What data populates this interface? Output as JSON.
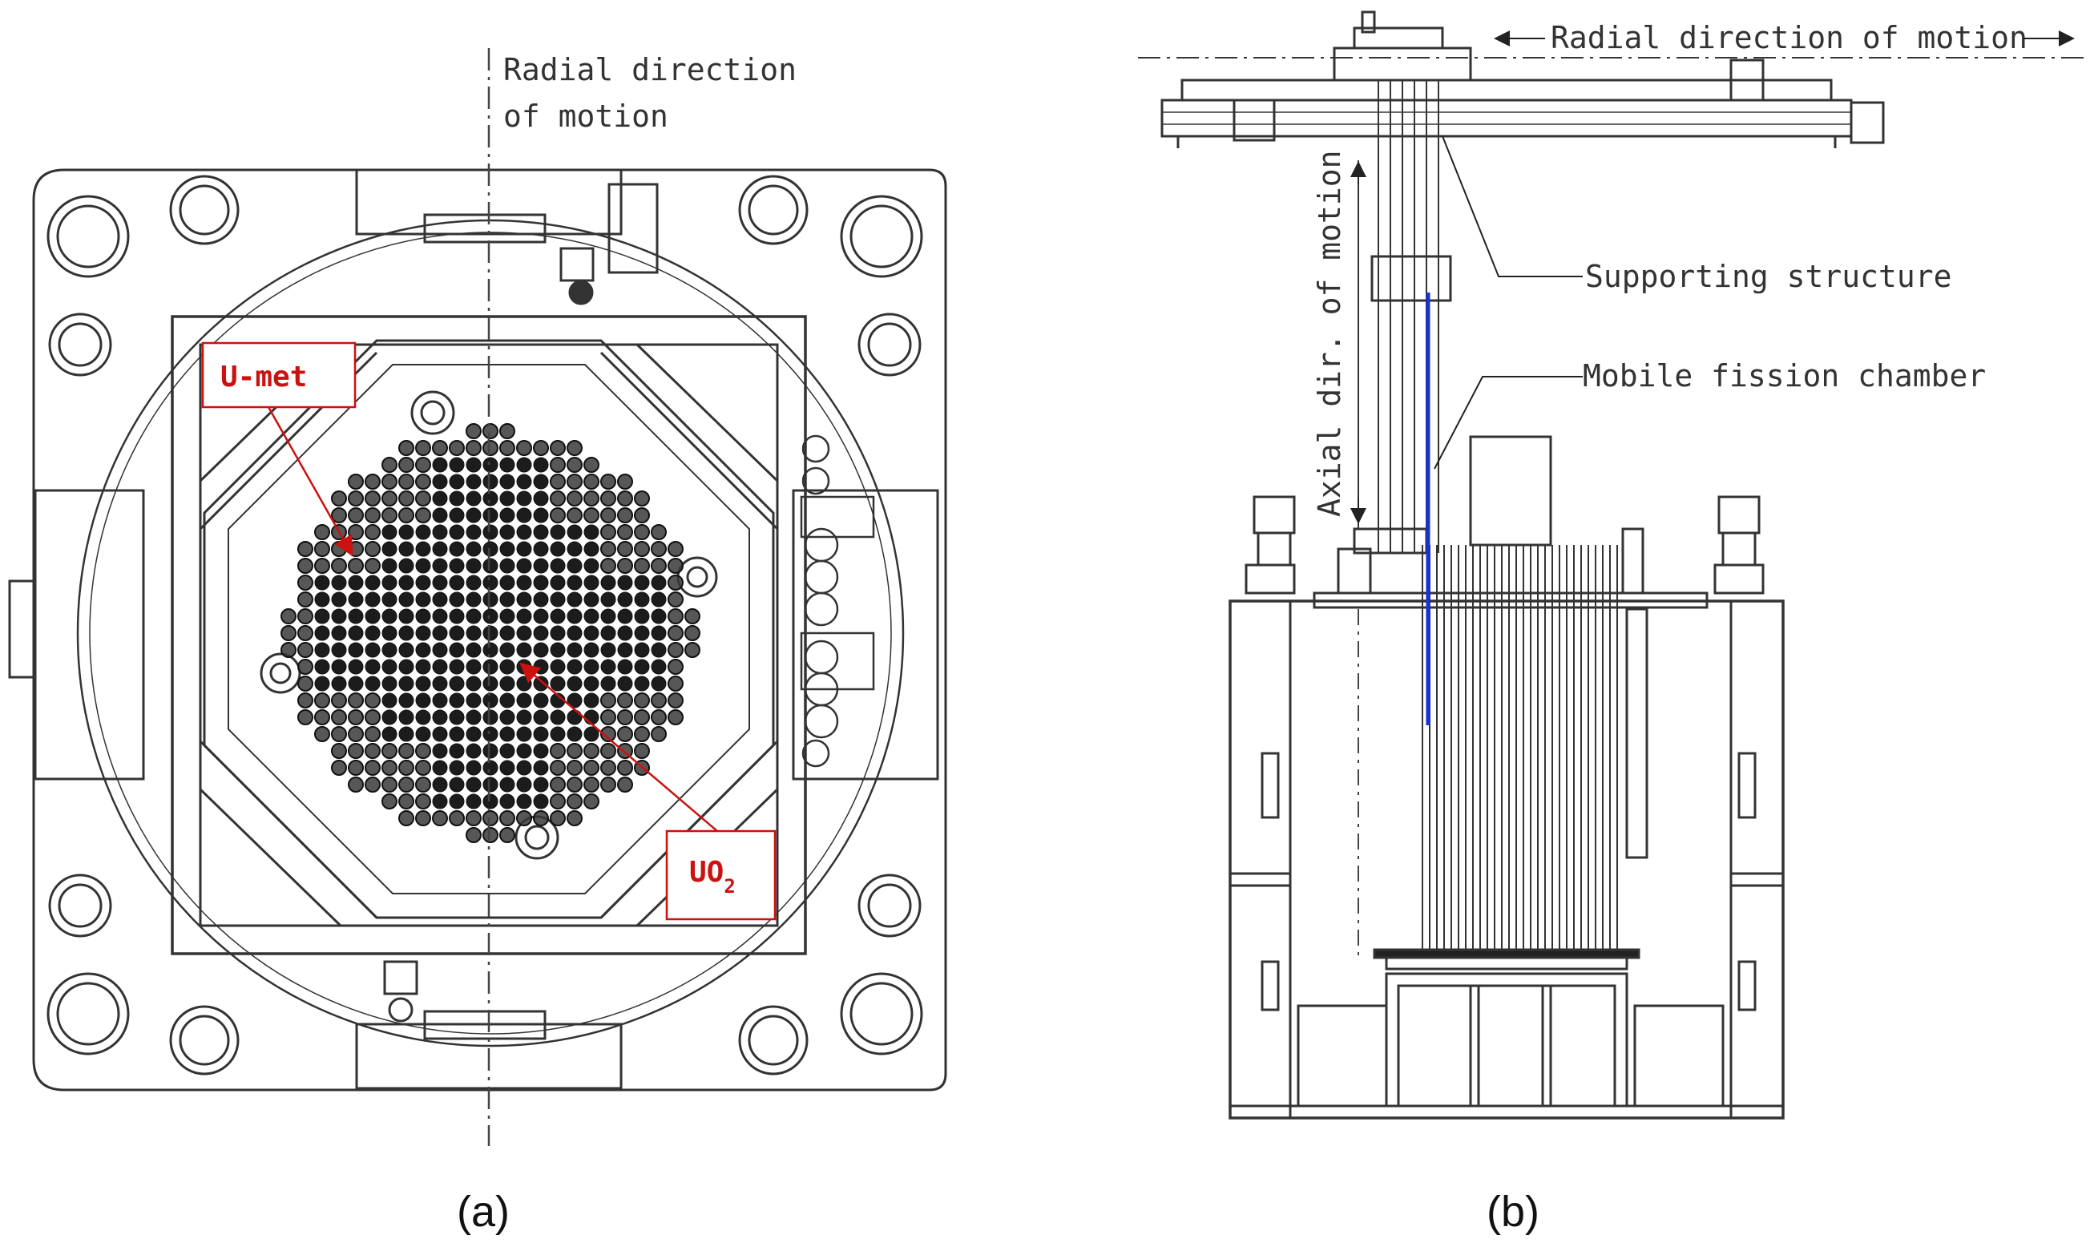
{
  "panel_a": {
    "caption": "(a)",
    "radial_label_line1": "Radial direction",
    "radial_label_line2": "of motion",
    "label_umet": "U-met",
    "label_uo2_main": "UO",
    "label_uo2_sub": "2",
    "label_color": "#cc1111"
  },
  "panel_b": {
    "caption": "(b)",
    "radial_label": "Radial direction of motion",
    "axial_label": "Axial dir. of motion",
    "supporting_label": "Supporting structure",
    "chamber_label": "Mobile fission chamber",
    "chamber_color": "#1a2fd6"
  }
}
